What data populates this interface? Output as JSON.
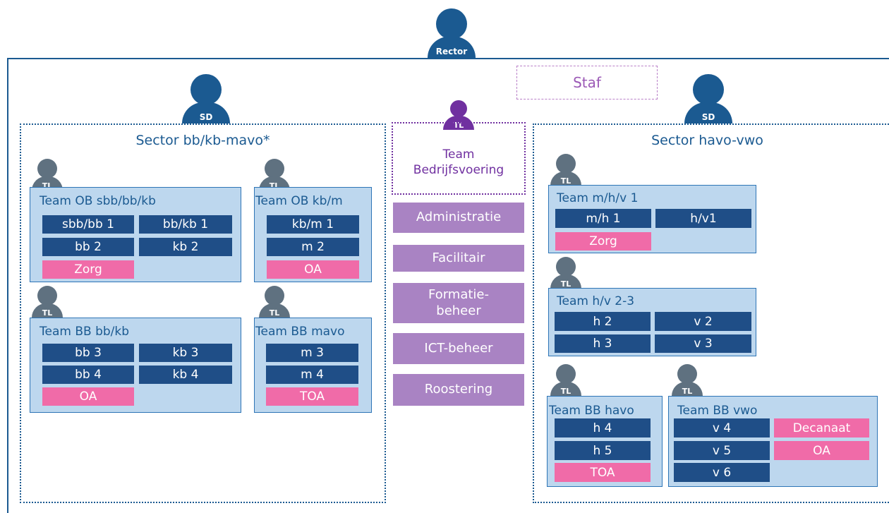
{
  "rector": {
    "label": "Rector"
  },
  "staf": {
    "label": "Staf"
  },
  "sector_left": {
    "director_label": "SD",
    "title": "Sector bb/kb-mavo*",
    "teams": [
      {
        "tl": "TL",
        "title": "Team OB sbb/bb/kb",
        "cells": [
          "sbb/bb 1",
          "bb/kb 1",
          "bb 2",
          "kb 2",
          "Zorg"
        ]
      },
      {
        "tl": "TL",
        "title": "Team OB kb/m",
        "cells": [
          "kb/m 1",
          "m 2",
          "OA"
        ]
      },
      {
        "tl": "TL",
        "title": "Team BB bb/kb",
        "cells": [
          "bb 3",
          "kb 3",
          "bb 4",
          "kb 4",
          "OA"
        ]
      },
      {
        "tl": "TL",
        "title": "Team BB mavo",
        "cells": [
          "m 3",
          "m 4",
          "TOA"
        ]
      }
    ]
  },
  "bedrijfsvoering": {
    "tl": "TL",
    "title_line1": "Team",
    "title_line2": "Bedrijfsvoering",
    "services": [
      "Administratie",
      "Facilitair",
      "Formatie-",
      "beheer",
      "ICT-beheer",
      "Roostering"
    ]
  },
  "sector_right": {
    "director_label": "SD",
    "title": "Sector havo-vwo",
    "teams": [
      {
        "tl": "TL",
        "title": "Team m/h/v 1",
        "cells": [
          "m/h 1",
          "h/v1",
          "Zorg"
        ]
      },
      {
        "tl": "TL",
        "title": "Team h/v 2-3",
        "cells": [
          "h 2",
          "v 2",
          "h 3",
          "v 3"
        ]
      },
      {
        "tl": "TL",
        "title": "Team BB havo",
        "cells": [
          "h 4",
          "h 5",
          "TOA"
        ]
      },
      {
        "tl": "TL",
        "title": "Team BB vwo",
        "cells": [
          "v 4",
          "Decanaat",
          "v 5",
          "OA",
          "v 6"
        ]
      }
    ]
  },
  "colors": {
    "navy": "#1b5a91",
    "cell_blue": "#1f4e87",
    "team_bg": "#bdd7ee",
    "pink": "#f06ba8",
    "purple": "#7030a0",
    "service_purple": "#a983c3",
    "tl_grey": "#5f7180"
  }
}
